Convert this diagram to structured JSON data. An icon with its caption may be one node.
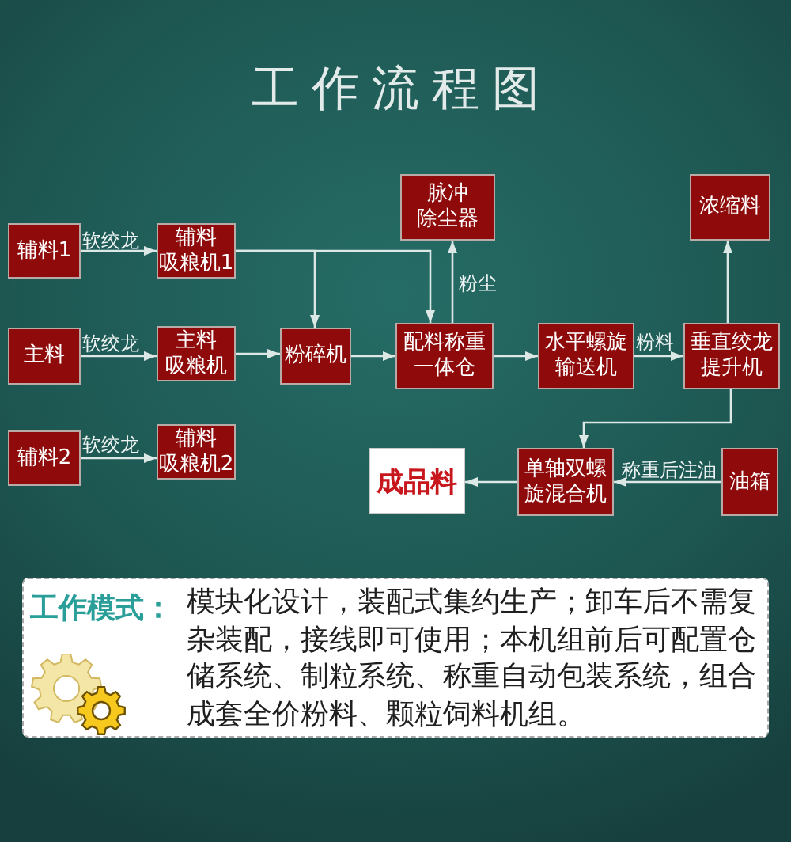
{
  "diagram": {
    "title": "工作流程图",
    "nodes": [
      {
        "text": [
          "脉冲除尘器"
        ]
      },
      {
        "text": [
          "浓缩料"
        ]
      },
      {
        "text": [
          "辅料1"
        ]
      },
      {
        "text": [
          "辅料吸粮机1"
        ]
      },
      {
        "text": [
          "主料"
        ]
      },
      {
        "text": [
          "主料吸粮机"
        ]
      },
      {
        "text": [
          "粉碎机"
        ]
      },
      {
        "text": [
          "配料称重一体仓"
        ]
      },
      {
        "text": [
          "水平螺旋输送机"
        ]
      },
      {
        "text": [
          "垂直绞龙提升机"
        ]
      },
      {
        "text": [
          "辅料2"
        ]
      },
      {
        "text": [
          "辅料吸粮机2"
        ]
      },
      {
        "text": [
          "成品料"
        ]
      },
      {
        "text": [
          "单轴双螺旋混合机"
        ]
      },
      {
        "text": [
          "油箱"
        ]
      },
      {
        "text": [
          "工作模式：",
          "模块化设计，装配式集约生产；卸车后不需复杂装配，接线即可使用；本机组前后可配置仓储系统、制粒系统、称重自动包装系统，组合成套全价粉料、颗粒饲料机组。"
        ]
      }
    ],
    "edges": [
      {
        "from": 2,
        "to": 3,
        "arrow": "to",
        "label": "软绞龙"
      },
      {
        "from": 4,
        "to": 5,
        "arrow": "to",
        "label": "软绞龙"
      },
      {
        "from": 10,
        "to": 11,
        "arrow": "to",
        "label": "软绞龙"
      },
      {
        "from": 3,
        "to": 6,
        "arrow": "to"
      },
      {
        "from": 3,
        "to": 7,
        "arrow": "to"
      },
      {
        "from": 5,
        "to": 6,
        "arrow": "to"
      },
      {
        "from": 6,
        "to": 7,
        "arrow": "to"
      },
      {
        "from": 7,
        "to": 0,
        "arrow": "to",
        "label": "粉尘"
      },
      {
        "from": 7,
        "to": 8,
        "arrow": "to"
      },
      {
        "from": 8,
        "to": 9,
        "arrow": "to",
        "label": "粉料"
      },
      {
        "from": 9,
        "to": 1,
        "arrow": "to"
      },
      {
        "from": 9,
        "to": 13,
        "arrow": "to"
      },
      {
        "from": 14,
        "to": 13,
        "arrow": "to",
        "label": "称重后注油"
      },
      {
        "from": 13,
        "to": 12,
        "arrow": "to"
      }
    ]
  }
}
